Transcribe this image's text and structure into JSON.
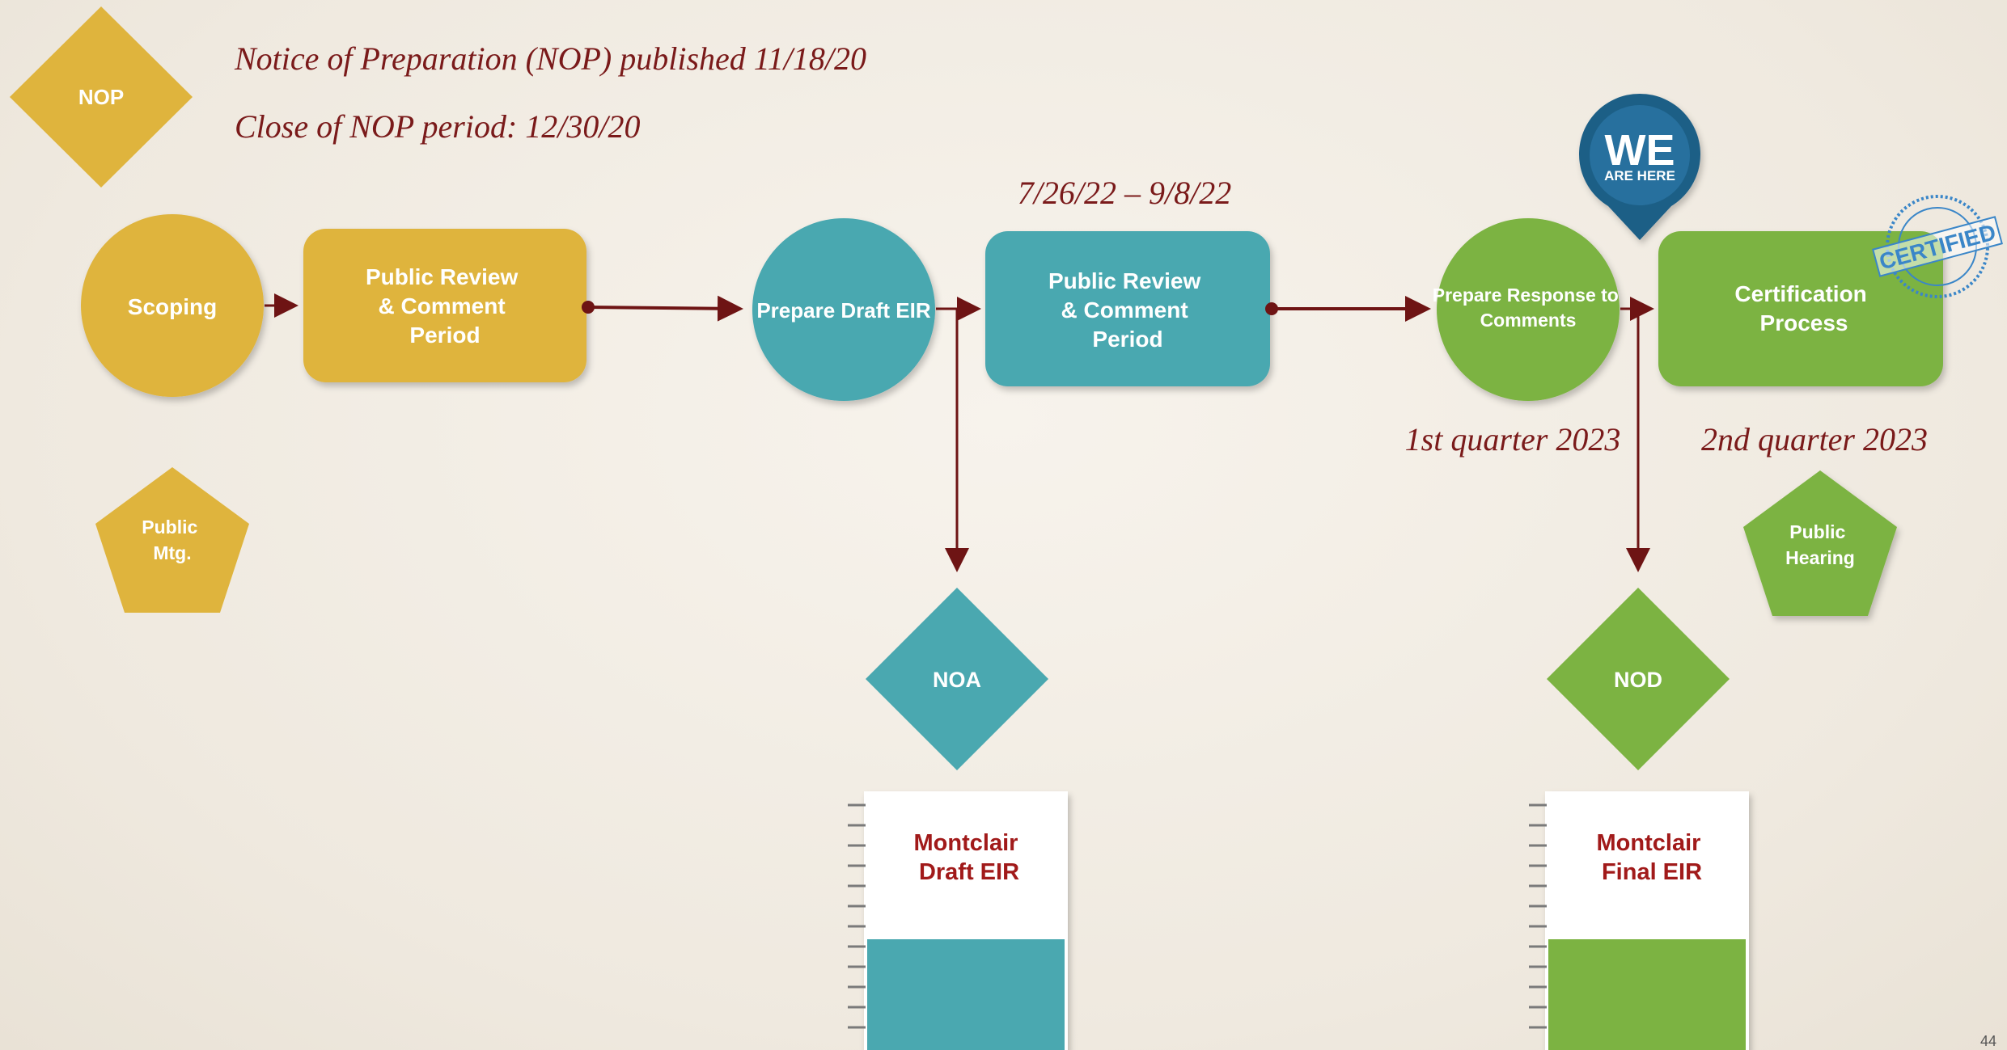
{
  "notes": {
    "nop_published": "Notice of Preparation (NOP) published 11/18/20",
    "nop_close": "Close of NOP period:  12/30/20",
    "review_dates": "7/26/22 – 9/8/22",
    "q1": "1st quarter 2023",
    "q2": "2nd quarter 2023"
  },
  "shapes": {
    "nop": "NOP",
    "scoping": "Scoping",
    "review1": [
      "Public Review",
      "& Comment",
      "Period"
    ],
    "draft": "Prepare Draft EIR",
    "review2": [
      "Public Review",
      "& Comment",
      "Period"
    ],
    "response": [
      "Prepare Response to",
      "Comments"
    ],
    "certification": [
      "Certification",
      "Process"
    ],
    "public_mtg": [
      "Public",
      "Mtg."
    ],
    "public_hearing": [
      "Public",
      "Hearing"
    ],
    "noa": "NOA",
    "nod": "NOD"
  },
  "books": {
    "draft": [
      "Montclair",
      "Draft EIR"
    ],
    "final": [
      "Montclair",
      "Final EIR"
    ]
  },
  "pin": {
    "line1": "WE",
    "line2": "ARE HERE"
  },
  "stamp": {
    "text": "CERTIFIED"
  },
  "page_number": "44",
  "colors": {
    "gold": "#dfb43d",
    "teal": "#4aa8b0",
    "green": "#7cb342",
    "arrow": "#6e1414",
    "text_red": "#7a1a1a",
    "pin_blue": "#1f5f86"
  }
}
